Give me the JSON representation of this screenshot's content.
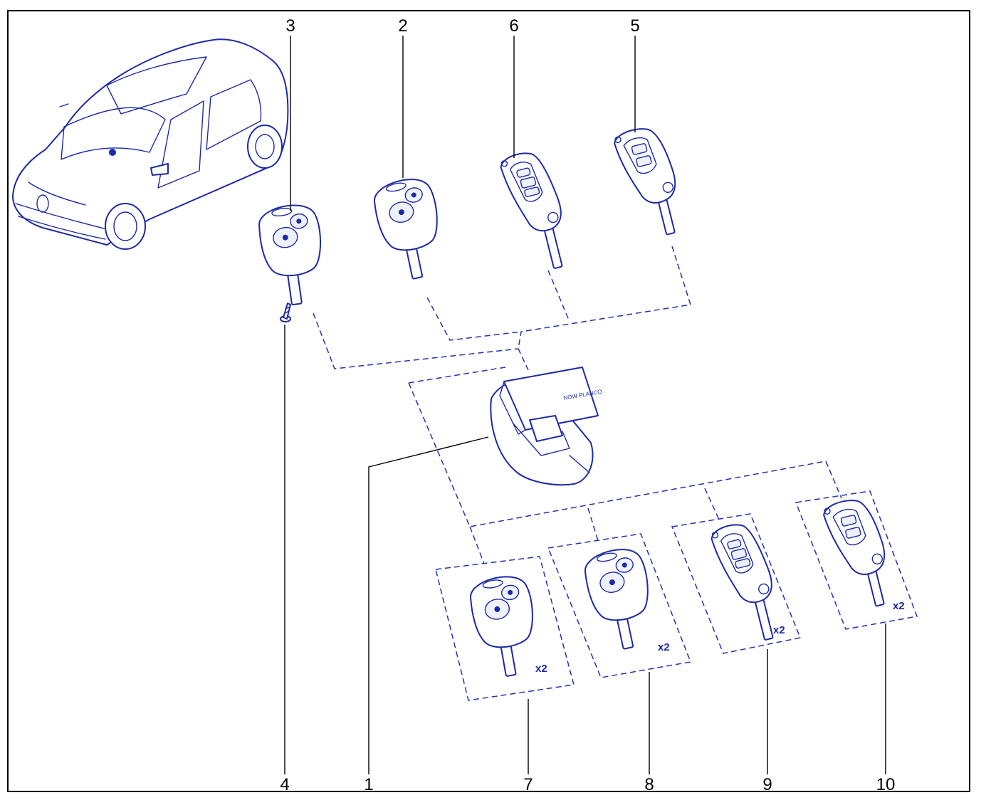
{
  "callouts": {
    "c1": "1",
    "c2": "2",
    "c3": "3",
    "c4": "4",
    "c5": "5",
    "c6": "6",
    "c7": "7",
    "c8": "8",
    "c9": "9",
    "c10": "10"
  },
  "quantities": {
    "q7": "x2",
    "q8": "x2",
    "q9": "x2",
    "q10": "x2"
  },
  "colors": {
    "ink": "#1c2aa6",
    "leader": "#000000"
  },
  "icons": {
    "vehicle": "car-illustration-icon",
    "remote_key": "remote-key-icon",
    "flip_key": "flip-key-icon",
    "module": "ignition-lock-module-icon",
    "screw": "screw-icon"
  },
  "module_label": "NOW PLANCO"
}
